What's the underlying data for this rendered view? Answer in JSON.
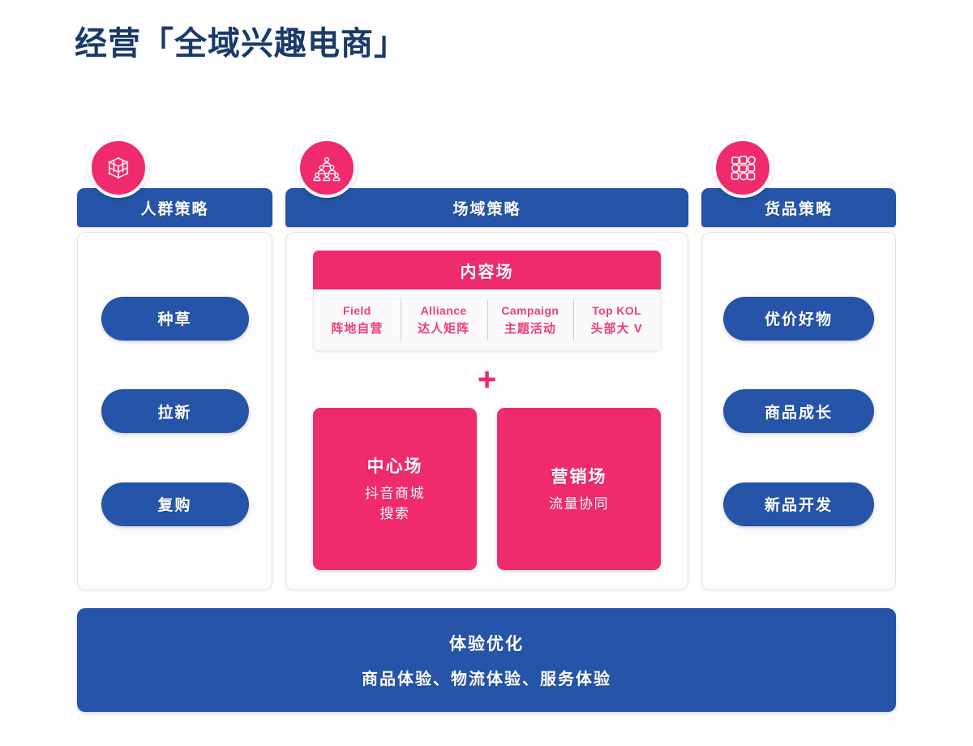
{
  "title": "经营「全域兴趣电商」",
  "colors": {
    "blue": "#2554A8",
    "pink": "#EF2A6F",
    "title_navy": "#1A3A6B",
    "card_bg": "#FDFDFD",
    "page_bg": "#FEFEFF"
  },
  "columns": [
    {
      "key": "crowd",
      "header": "人群策略",
      "icon": "cube-icon",
      "pills": [
        "种草",
        "拉新",
        "复购"
      ]
    },
    {
      "key": "field",
      "header": "场域策略",
      "icon": "people-pyramid-icon"
    },
    {
      "key": "goods",
      "header": "货品策略",
      "icon": "product-grid-icon",
      "pills": [
        "优价好物",
        "商品成长",
        "新品开发"
      ]
    }
  ],
  "content_block": {
    "header": "内容场",
    "cells": [
      {
        "en": "Field",
        "cn": "阵地自营"
      },
      {
        "en": "Alliance",
        "cn": "达人矩阵"
      },
      {
        "en": "Campaign",
        "cn": "主题活动"
      },
      {
        "en": "Top KOL",
        "cn": "头部大 V"
      }
    ]
  },
  "plus_symbol": "+",
  "pink_boxes": [
    {
      "title": "中心场",
      "sub": "抖音商城\n搜索"
    },
    {
      "title": "营销场",
      "sub": "流量协同"
    }
  ],
  "bottom_bar": {
    "title": "体验优化",
    "subtitle": "商品体验、物流体验、服务体验"
  }
}
